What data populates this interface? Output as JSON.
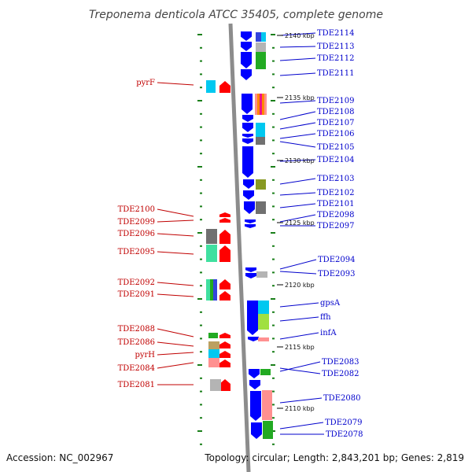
{
  "title": "Treponema denticola ATCC 35405, complete genome",
  "footer": {
    "accession": "Accession: NC_002967",
    "topology": "Topology: circular; Length: 2,843,201 bp; Genes: 2,819"
  },
  "colors": {
    "forward_strand": "#ff0000",
    "reverse_strand": "#0000ff",
    "backbone": "#8c8c8c",
    "tick": "#1a7f1a",
    "label_left": "#c00000",
    "label_right": "#0000cc",
    "cog": [
      "#00c8f0",
      "#b4b4b4",
      "#22aa22",
      "#ff8800",
      "#707070",
      "#889922",
      "#ff9090",
      "#a0e040",
      "#bba060",
      "#40e0a0",
      "#3344dd",
      "#ee1188"
    ]
  },
  "scale_marks": [
    {
      "label": "2140 kbp"
    },
    {
      "label": "2135 kbp"
    },
    {
      "label": "2130 kbp"
    },
    {
      "label": "2125 kbp"
    },
    {
      "label": "2120 kbp"
    },
    {
      "label": "2115 kbp"
    },
    {
      "label": "2110 kbp"
    }
  ],
  "genes_left": [
    {
      "label": "pyrF"
    },
    {
      "label": "TDE2100"
    },
    {
      "label": "TDE2099"
    },
    {
      "label": "TDE2096"
    },
    {
      "label": "TDE2095"
    },
    {
      "label": "TDE2092"
    },
    {
      "label": "TDE2091"
    },
    {
      "label": "TDE2088"
    },
    {
      "label": "TDE2086"
    },
    {
      "label": "pyrH"
    },
    {
      "label": "TDE2084"
    },
    {
      "label": "TDE2081"
    }
  ],
  "genes_right": [
    {
      "label": "TDE2114"
    },
    {
      "label": "TDE2113"
    },
    {
      "label": "TDE2112"
    },
    {
      "label": "TDE2111"
    },
    {
      "label": "TDE2109"
    },
    {
      "label": "TDE2108"
    },
    {
      "label": "TDE2107"
    },
    {
      "label": "TDE2106"
    },
    {
      "label": "TDE2105"
    },
    {
      "label": "TDE2104"
    },
    {
      "label": "TDE2103"
    },
    {
      "label": "TDE2102"
    },
    {
      "label": "TDE2101"
    },
    {
      "label": "TDE2098"
    },
    {
      "label": "TDE2097"
    },
    {
      "label": "TDE2094"
    },
    {
      "label": "TDE2093"
    },
    {
      "label": "gpsA"
    },
    {
      "label": "ffh"
    },
    {
      "label": "infA"
    },
    {
      "label": "TDE2083"
    },
    {
      "label": "TDE2082"
    },
    {
      "label": "TDE2080"
    },
    {
      "label": "TDE2079"
    },
    {
      "label": "TDE2078"
    }
  ]
}
